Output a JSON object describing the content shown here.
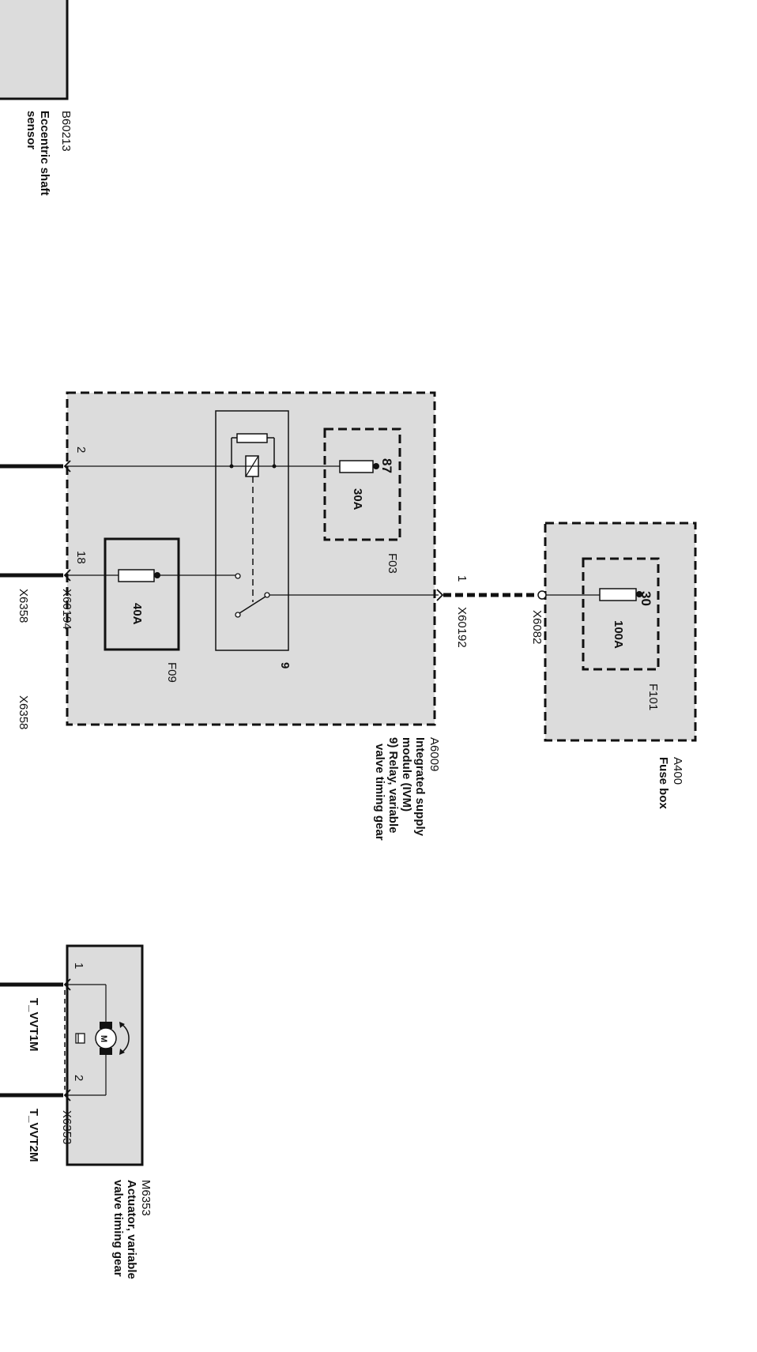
{
  "colors": {
    "panel_fill": "#dcdcdc",
    "line": "#111111",
    "background": "#ffffff"
  },
  "components": {
    "eccentric_sensor": {
      "id": "B60213",
      "name_line1": "Eccentric shaft",
      "name_line2": "sensor"
    },
    "fuse_box": {
      "id": "A400",
      "name": "Fuse box",
      "fuse_id": "F101",
      "fuse_rating": "100A",
      "terminal": "30",
      "connector": "X6082"
    },
    "ivm": {
      "id": "A6009",
      "name_line1": "Integrated supply",
      "name_line2": "module (IVM)",
      "name_line3": "9) Relay, variable",
      "name_line4": "valve timing gear",
      "relay_number": "9",
      "fuse_f03": {
        "id": "F03",
        "rating": "30A",
        "terminal": "87"
      },
      "fuse_f09": {
        "id": "F09",
        "rating": "40A"
      },
      "connector_top": {
        "id": "X60192",
        "pin": "1"
      },
      "connector_bottom": {
        "id": "X60194",
        "pin_a": "2",
        "pin_b": "18"
      },
      "splice_label_a": "X6358",
      "splice_label_b": "X6358"
    },
    "actuator": {
      "id": "M6353",
      "name_line1": "Actuator, variable",
      "name_line2": "valve timing gear",
      "connector": "X6353",
      "pin_1": "1",
      "pin_2": "2",
      "motor_letter": "M",
      "wire_1": "T_VVT1M",
      "wire_2": "T_VVT2M"
    }
  }
}
